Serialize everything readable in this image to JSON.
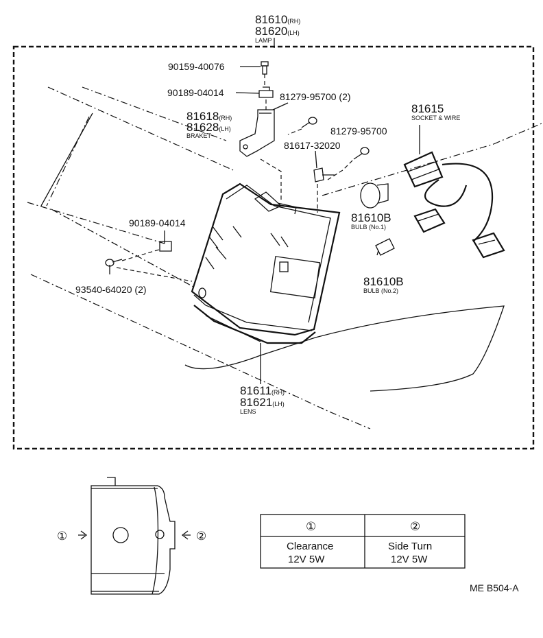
{
  "parts": {
    "lamp": {
      "number_rh": "81610",
      "suffix_rh": "(RH)",
      "number_lh": "81620",
      "suffix_lh": "(LH)",
      "name": "LAMP"
    },
    "bolt_top": "90159-40076",
    "nut_top": "90189-04014",
    "screw_right_2": "81279-95700 (2)",
    "bracket": {
      "number_rh": "81618",
      "suffix_rh": "(RH)",
      "number_lh": "81628",
      "suffix_lh": "(LH)",
      "name": "BRAKET"
    },
    "socket_wire": {
      "number": "81615",
      "name": "SOCKET & WIRE"
    },
    "screw_right": "81279-95700",
    "clip": "81617-32020",
    "bulb1": {
      "number": "81610B",
      "name": "BULB (No.1)"
    },
    "nut_left": "90189-04014",
    "screw_left_2": "93540-64020 (2)",
    "bulb2": {
      "number": "81610B",
      "name": "BULB (No.2)"
    },
    "lens": {
      "number_rh": "81611",
      "suffix_rh": "(RH)",
      "number_lh": "81621",
      "suffix_lh": "(LH)",
      "name": "LENS"
    }
  },
  "inset": {
    "marker1": "①",
    "marker2": "②"
  },
  "table": {
    "headers": [
      "①",
      "②"
    ],
    "row_names": [
      "Clearance",
      "Side Turn"
    ],
    "row_watts": [
      "12V 5W",
      "12V 5W"
    ]
  },
  "diagram_code": "ME B504-A",
  "colors": {
    "ink": "#111111",
    "paper": "#ffffff"
  }
}
